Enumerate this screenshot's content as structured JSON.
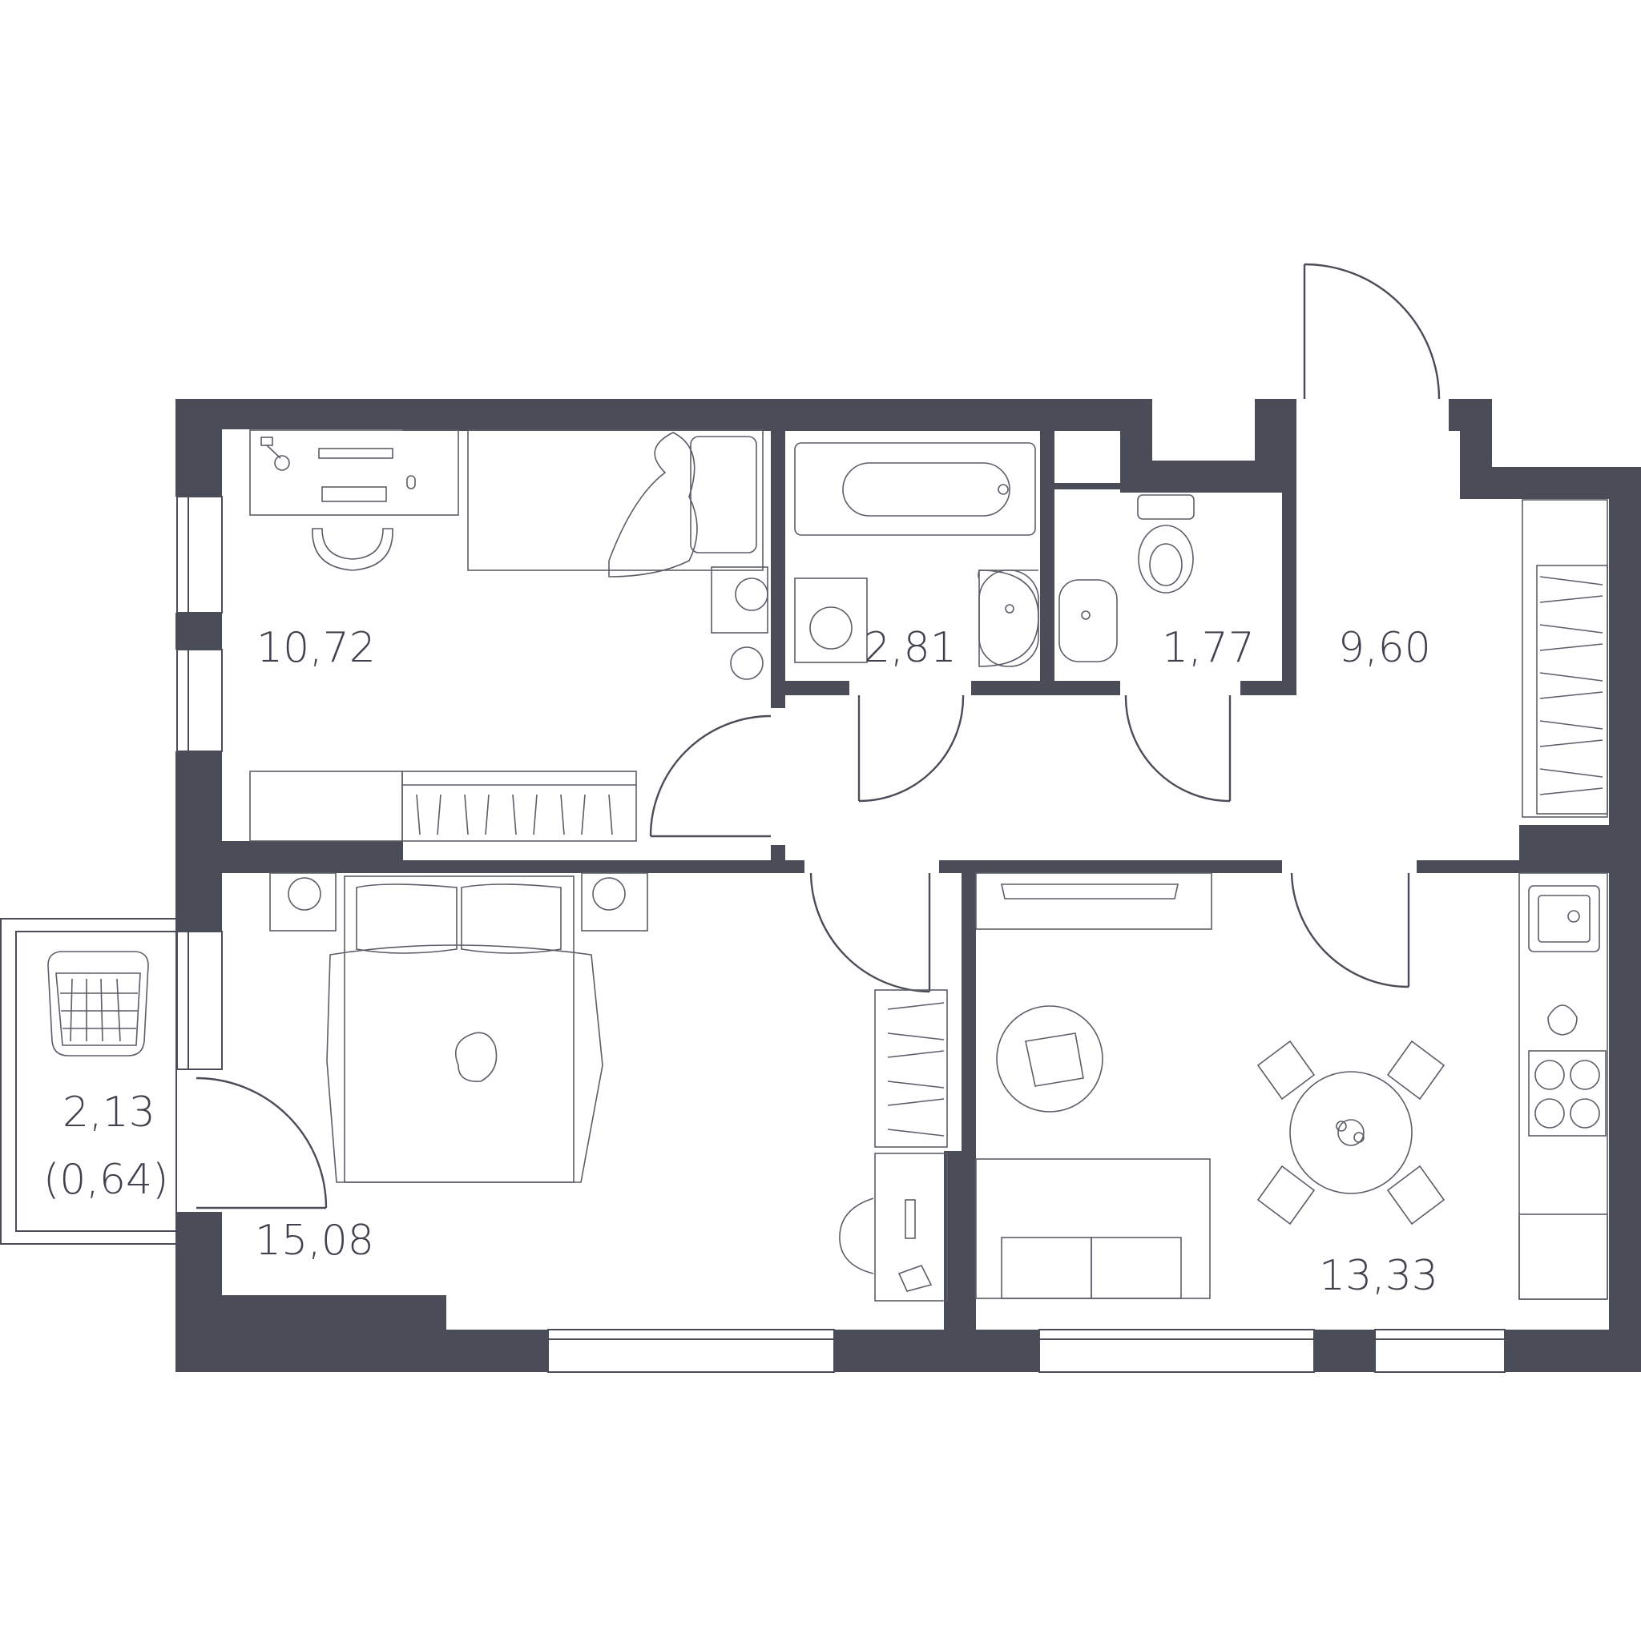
{
  "rooms": {
    "bedroom_small": {
      "area": "10,72"
    },
    "bathroom": {
      "area": "2,81"
    },
    "toilet": {
      "area": "1,77"
    },
    "hallway": {
      "area": "9,60"
    },
    "bedroom_large": {
      "area": "15,08"
    },
    "balcony": {
      "area": "2,13",
      "area_reduced": "(0,64)"
    },
    "kitchen_living": {
      "area": "13,33"
    }
  },
  "colors": {
    "wall": "#4a4d57",
    "line": "#5b5e68",
    "background": "#ffffff"
  }
}
